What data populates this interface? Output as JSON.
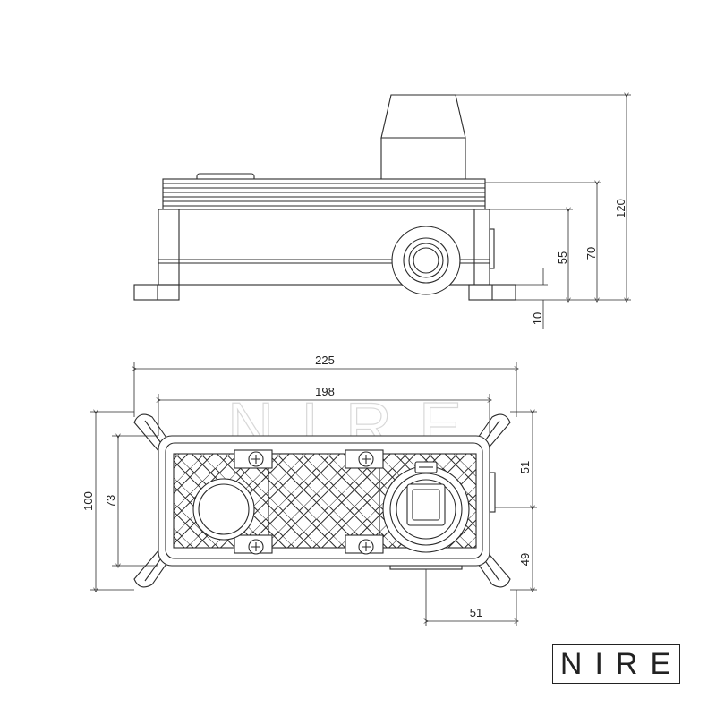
{
  "brand": {
    "logo": "NIRE",
    "watermark": "NIRE"
  },
  "side_view": {
    "dims": {
      "total_height": "120",
      "box_height": "70",
      "cover_height": "55",
      "base_height": "10"
    }
  },
  "top_view": {
    "dims": {
      "flange_width": "225",
      "body_width": "198",
      "flange_height": "100",
      "body_height": "73",
      "outlet_upper": "51",
      "outlet_lower": "49",
      "outlet_offset": "51"
    }
  },
  "colors": {
    "line": "#2a2a2a",
    "watermark": "#d8d8d8"
  }
}
